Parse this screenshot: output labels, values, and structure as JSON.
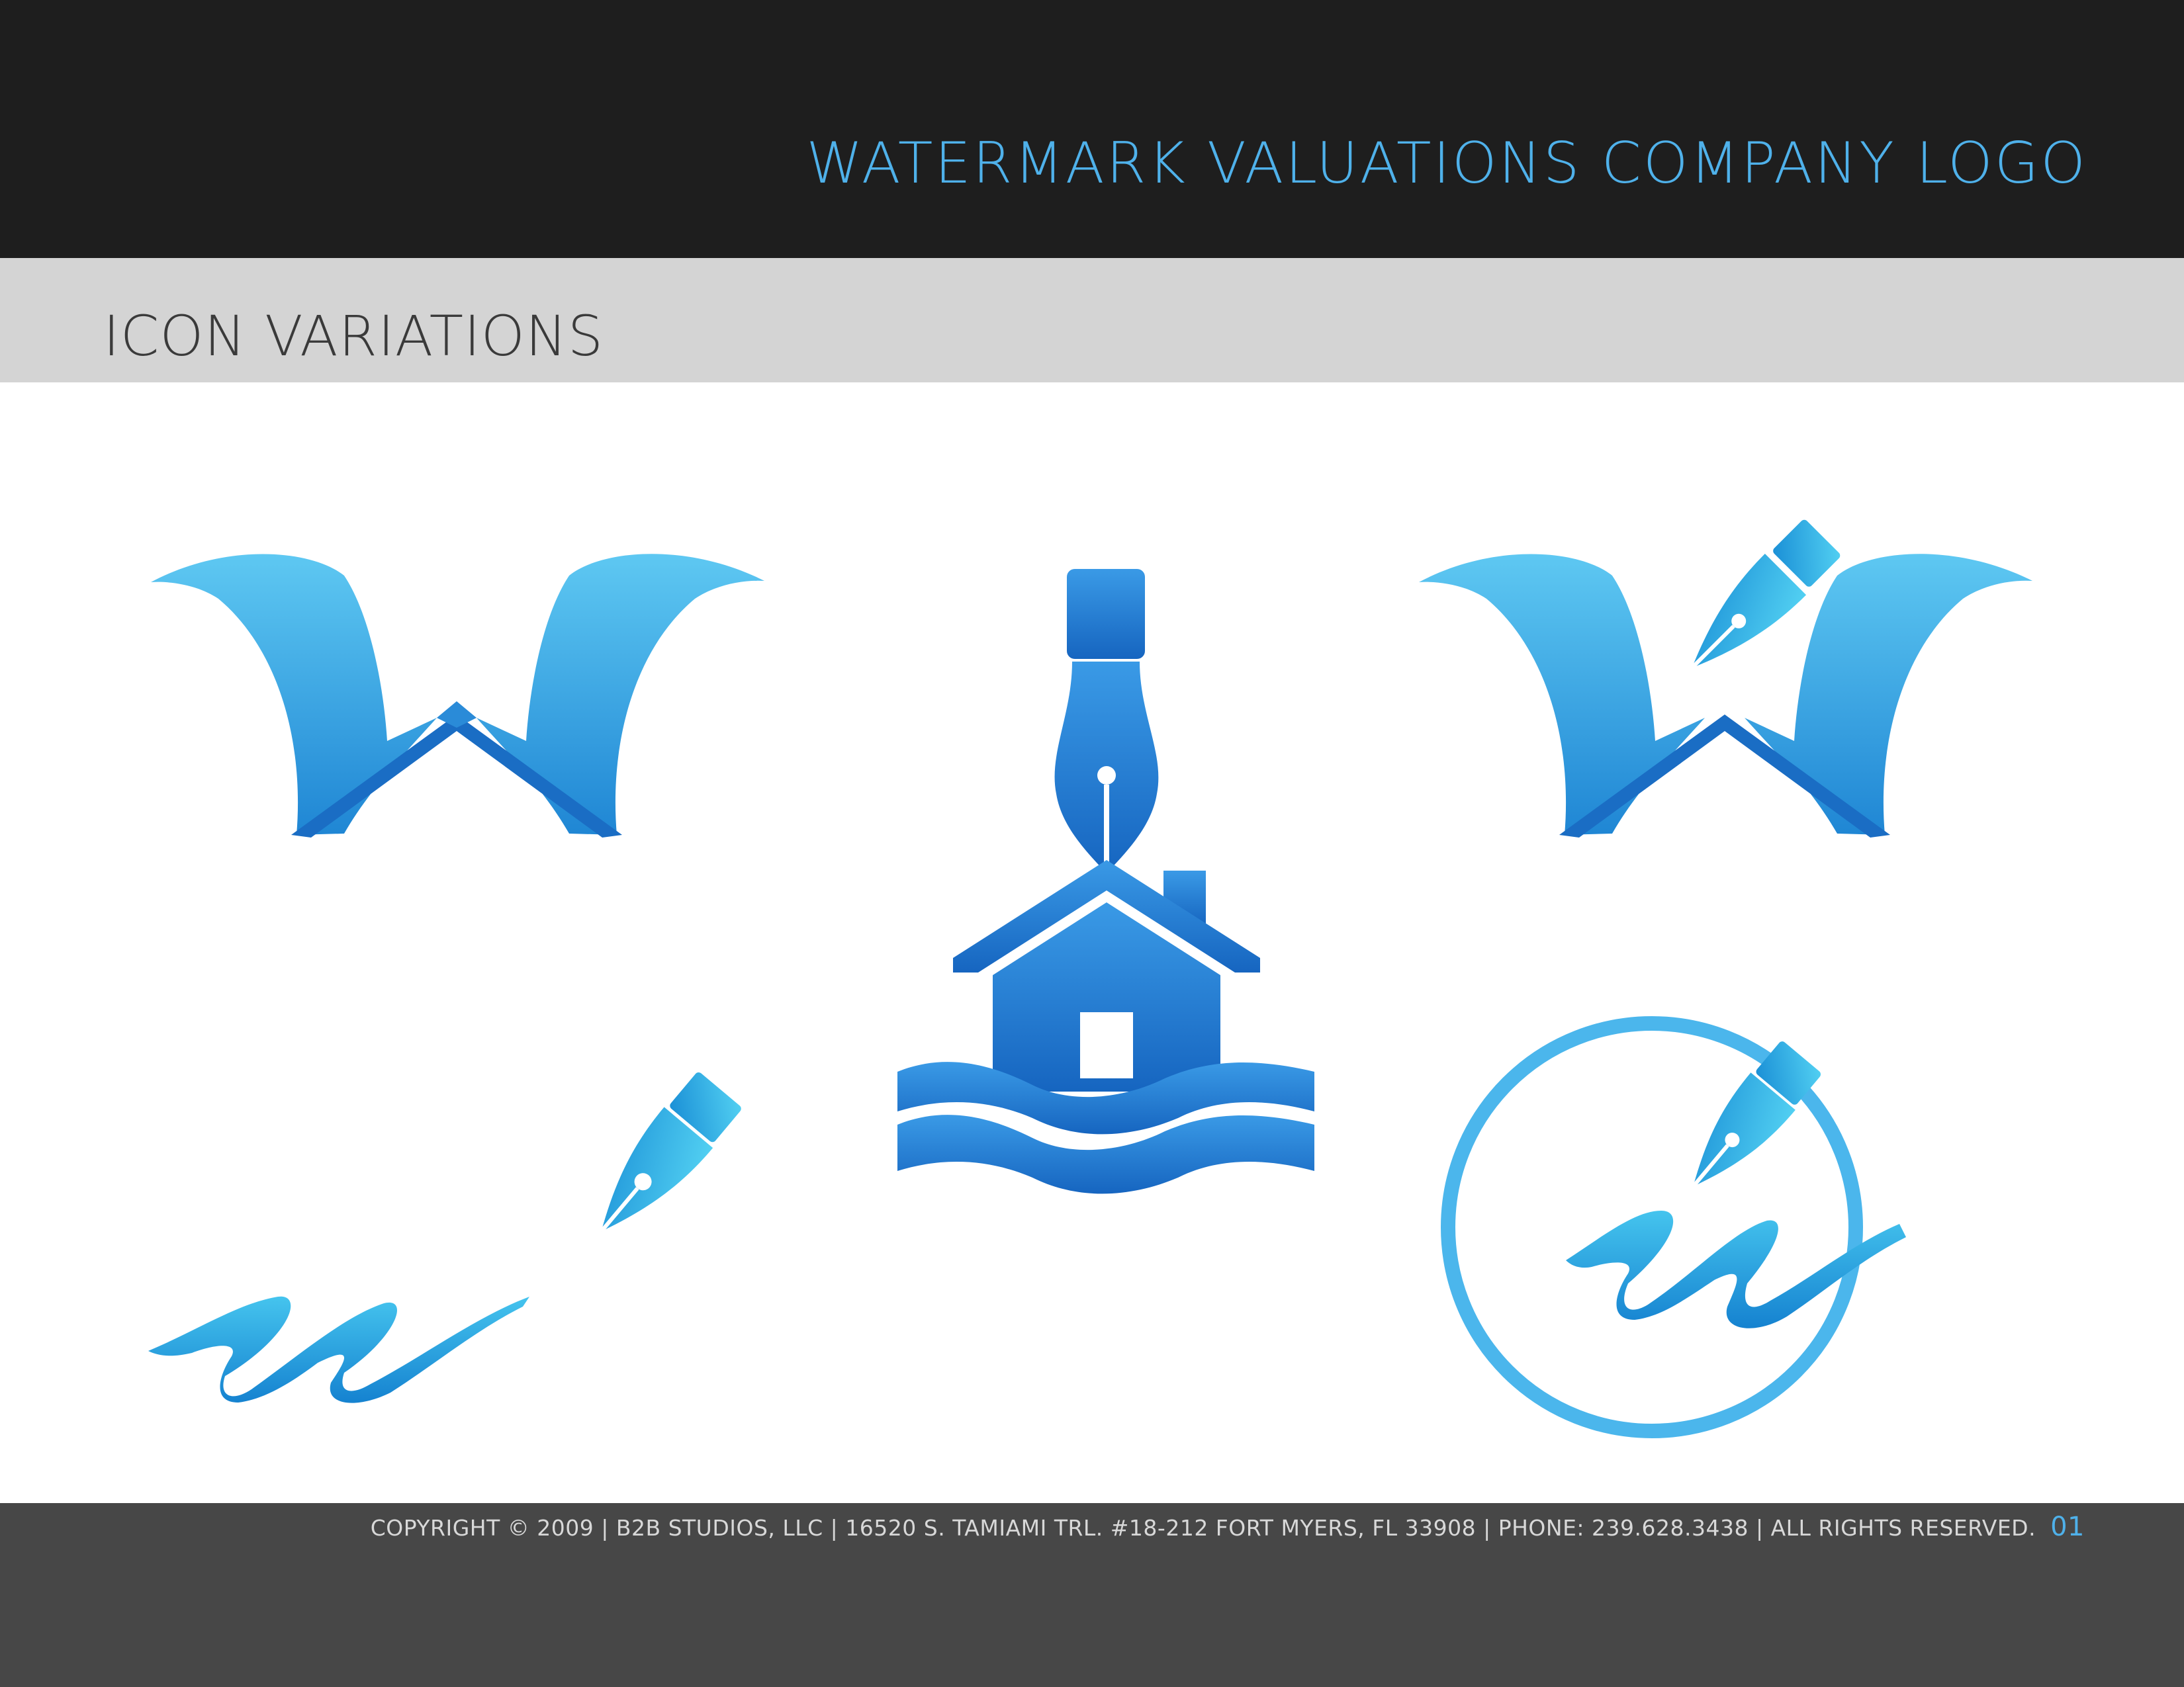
{
  "header": {
    "title": "WATERMARK VALUATIONS COMPANY LOGO"
  },
  "section": {
    "title": "ICON VARIATIONS"
  },
  "icons": [
    {
      "name": "w-wings-icon"
    },
    {
      "name": "pen-house-waves-icon"
    },
    {
      "name": "w-wings-pen-icon"
    },
    {
      "name": "pen-wave-icon"
    },
    {
      "name": "circle-pen-wave-icon"
    }
  ],
  "colors": {
    "header_bg": "#1e1e1e",
    "accent": "#4fb1ea",
    "section_bg": "#d4d4d4",
    "footer_bg": "#474747",
    "logo_light": "#5ec8f2",
    "logo_dark": "#1a6dc4"
  },
  "footer": {
    "copyright": "COPYRIGHT © 2009 | B2B STUDIOS, LLC | 16520 S. TAMIAMI TRL. #18-212 FORT MYERS, FL  33908 | PHONE:  239.628.3438 | ALL RIGHTS RESERVED.",
    "page_number": "01"
  }
}
